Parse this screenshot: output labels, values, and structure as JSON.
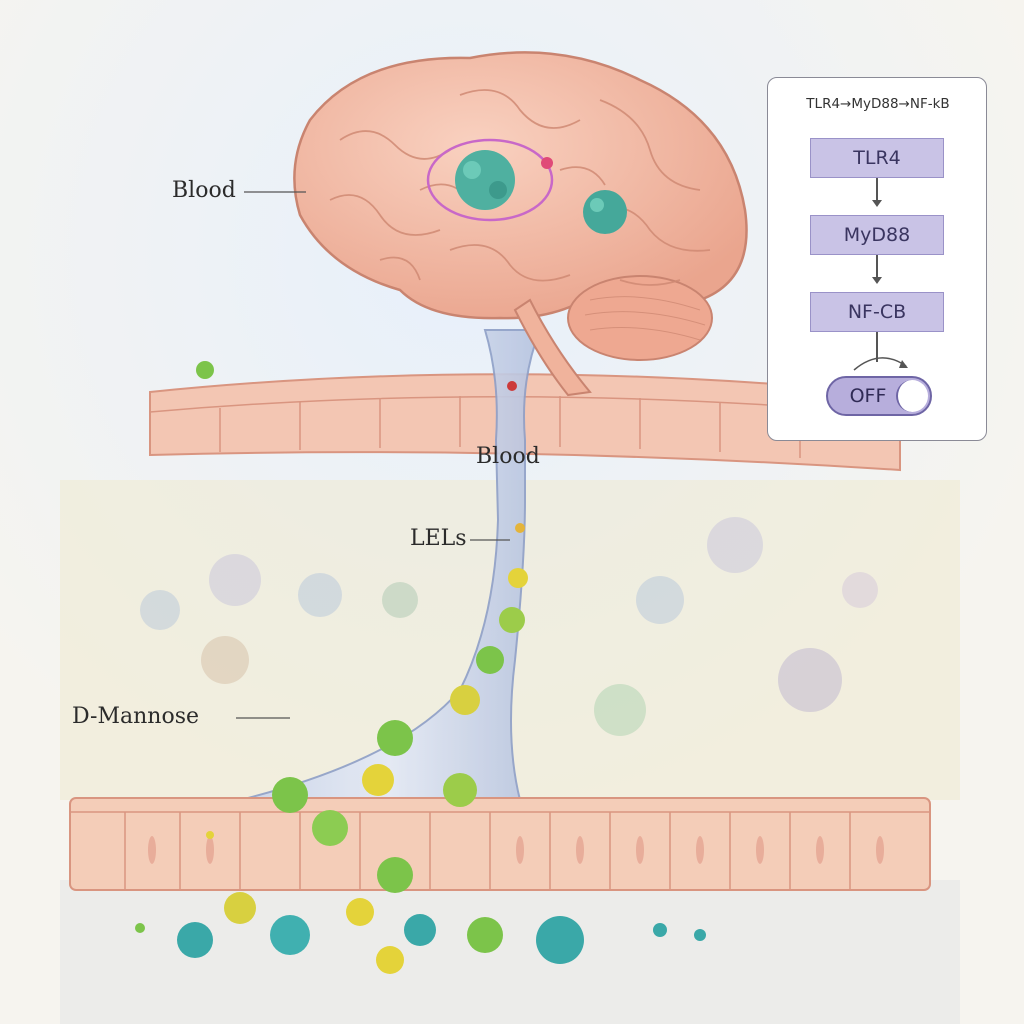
{
  "labels": {
    "blood_upper": "Blood",
    "blood_lower": "Blood",
    "lels": "LELs",
    "d_mannose": "D-Mannose"
  },
  "pathway": {
    "title": "TLR4→MyD88→NF-kB",
    "nodes": [
      "TLR4",
      "MyD88",
      "NF-CB"
    ],
    "switch_label": "OFF"
  },
  "colors": {
    "brain": "#f2b9a4",
    "tissue": "#f3c6b3",
    "vessel": "#b9c6e0",
    "particle_green": "#7cc44a",
    "particle_yellow": "#e4d33a",
    "particle_teal": "#3aa8a8",
    "node_fill": "#c9c3e6"
  }
}
